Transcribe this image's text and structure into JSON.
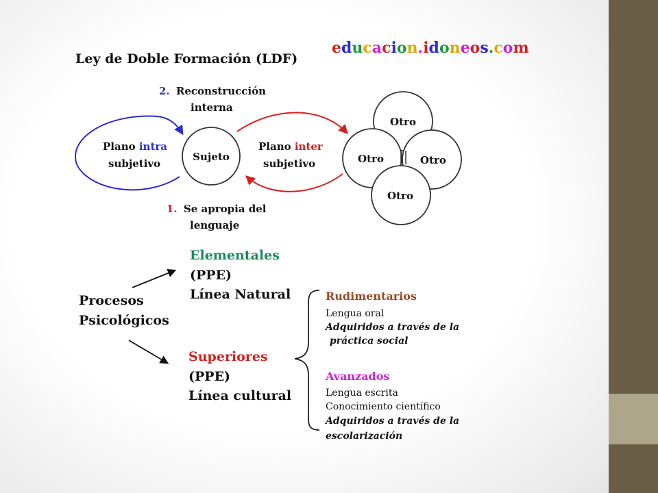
{
  "colors": {
    "blue": "#2b2bd6",
    "red": "#d42020",
    "green": "#1a8a5a",
    "brown": "#9b4a24",
    "magenta": "#d21ed2",
    "side_dark": "#6b5e47",
    "side_light": "#aea68a"
  },
  "title": "Ley de Doble Formación (LDF)",
  "watermark": "educacion.idoneos.com",
  "cycle": {
    "step2_num": "2.",
    "step2_line1": "Reconstrucción",
    "step2_line2": "interna",
    "step1_num": "1.",
    "step1_line1": "Se apropia del",
    "step1_line2": "lenguaje",
    "intra_word1": "Plano ",
    "intra_word2": "intra",
    "intra_line2": "subjetivo",
    "inter_word1": "Plano ",
    "inter_word2": "inter",
    "inter_line2": "subjetivo",
    "subject": "Sujeto",
    "others": [
      "Otro",
      "Otro",
      "Otro",
      "Otro"
    ]
  },
  "processes": {
    "root_line1": "Procesos",
    "root_line2": "Psicológicos",
    "elementales": {
      "name": "Elementales",
      "abbr": "(PPE)",
      "line": "Línea Natural"
    },
    "superiores": {
      "name": "Superiores",
      "abbr": "(PPE)",
      "line": "Línea cultural"
    },
    "rudimentarios": {
      "name": "Rudimentarios",
      "item1": "Lengua oral",
      "note1": "Adquiridos a través de la",
      "note2": "práctica social"
    },
    "avanzados": {
      "name": "Avanzados",
      "item1": "Lengua escrita",
      "item2": "Conocimiento científico",
      "note1": "Adquiridos a través de la",
      "note2": "escolarización"
    }
  }
}
